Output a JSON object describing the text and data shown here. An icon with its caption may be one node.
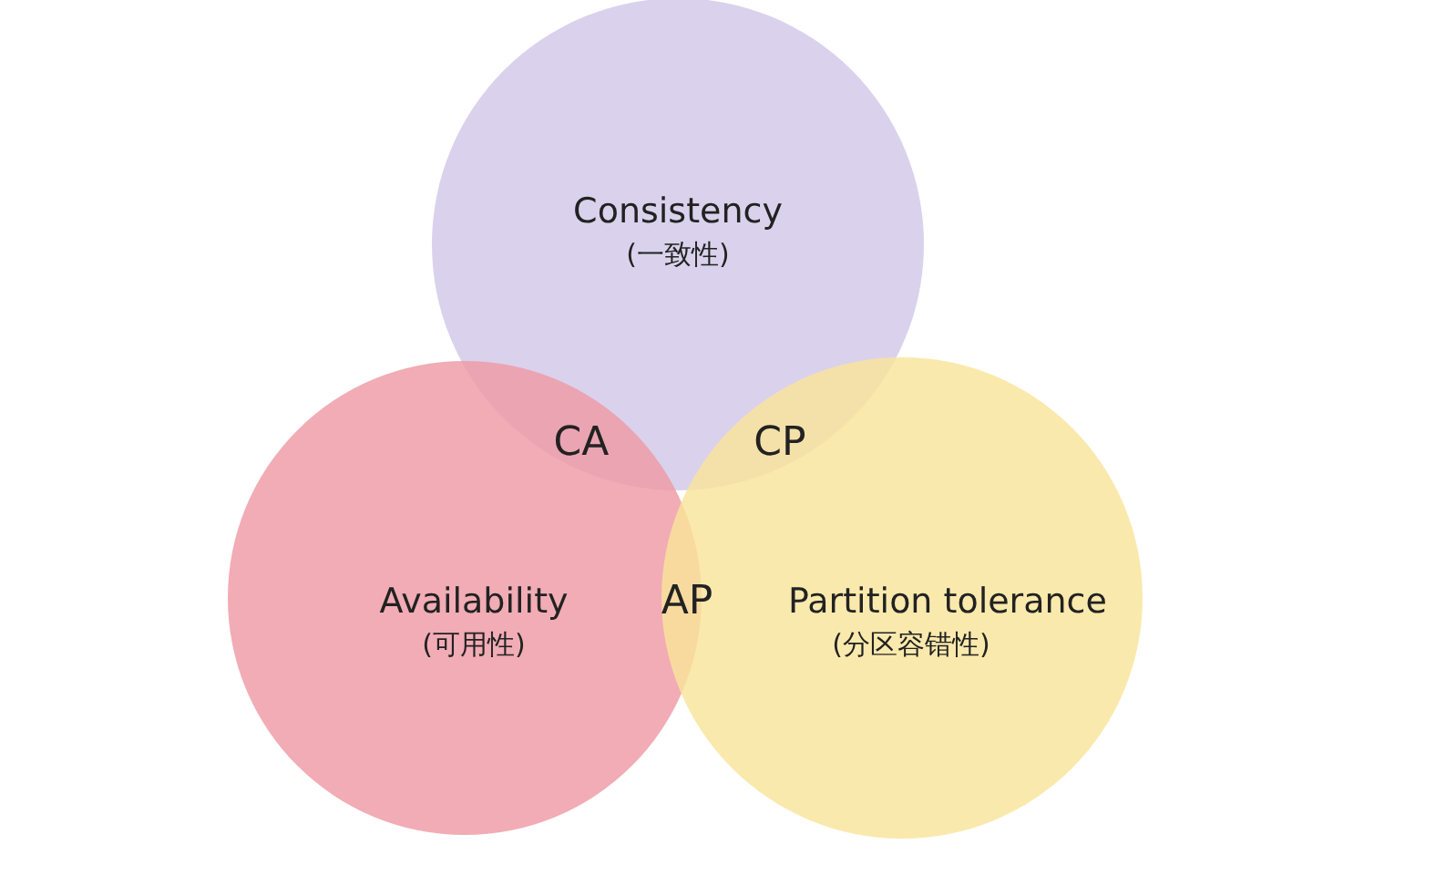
{
  "diagram": {
    "nodes": [
      {
        "text": [
          "Consistency",
          "(一致性)"
        ]
      },
      {
        "text": [
          "Availability",
          "(可用性)"
        ]
      },
      {
        "text": [
          "Partition tolerance",
          "(分区容错性)"
        ]
      }
    ],
    "labels": [
      "CA",
      "CP",
      "AP"
    ]
  }
}
